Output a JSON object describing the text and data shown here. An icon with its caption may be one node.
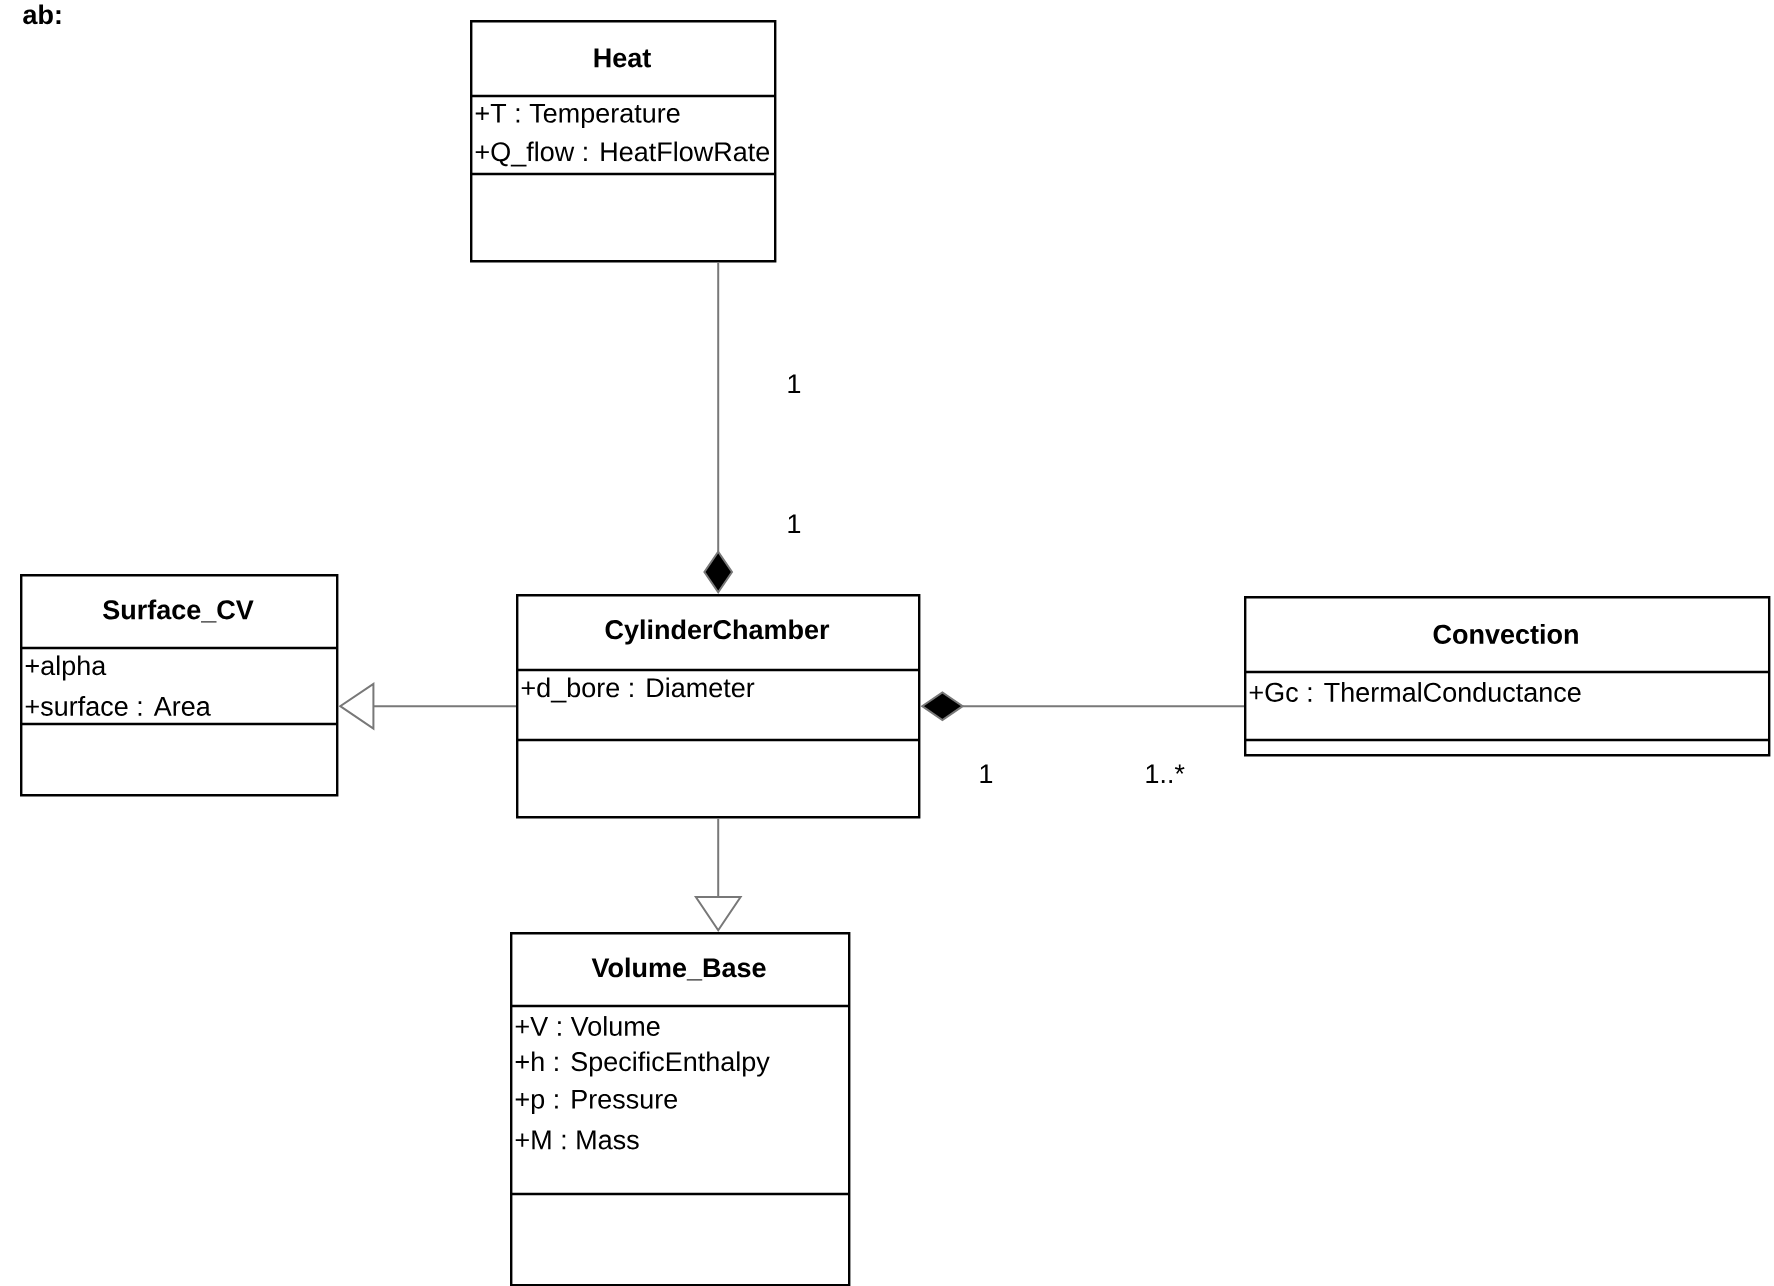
{
  "diagram": {
    "nodes": [
      {
        "text": [
          "Heat",
          "+T : Temperature",
          "+Q_flow : HeatFlowRate"
        ]
      },
      {
        "text": [
          "Surface_CV",
          "+alpha",
          "+surface : Area"
        ]
      },
      {
        "text": [
          "CylinderChamber",
          "+d_bore : Diameter"
        ]
      },
      {
        "text": [
          "Convection",
          "+Gc : ThermalConductance"
        ]
      },
      {
        "text": [
          "Volume_Base",
          "+V : Volume",
          "+h : SpecificEnthalpy",
          "+p : Pressure",
          "+M : Mass"
        ]
      }
    ],
    "edges": [
      {
        "from": 2,
        "to": 0,
        "arrow": "other"
      },
      {
        "from": 2,
        "to": 1,
        "arrow": "to"
      },
      {
        "from": 2,
        "to": 3,
        "arrow": "other"
      },
      {
        "from": 2,
        "to": 4,
        "arrow": "to"
      }
    ],
    "labels": [
      "ab:",
      "1",
      "1",
      "1",
      "1..*"
    ]
  }
}
